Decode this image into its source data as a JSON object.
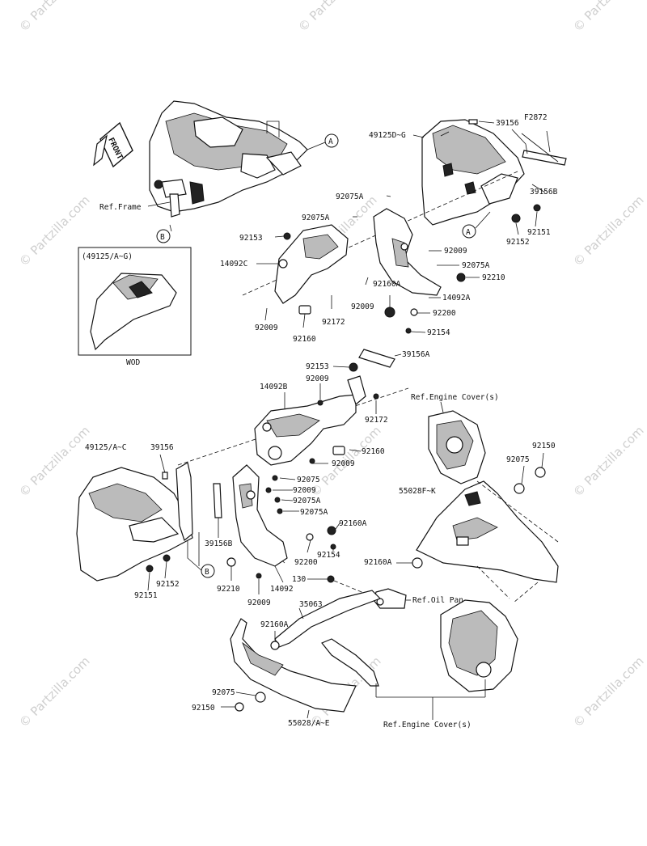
{
  "watermark": {
    "text": "© Partzilla.com"
  },
  "front_arrow": {
    "label": "FRONT"
  },
  "callouts": {
    "a": "A",
    "b": "B"
  },
  "inset": {
    "title": "(49125/A~G)",
    "caption": "WOD"
  },
  "labels": {
    "f2872": "F2872",
    "p39156_top": "39156",
    "p49125d": "49125D~G",
    "p39156b_top": "39156B",
    "p92075a_1": "92075A",
    "p92075a_2": "92075A",
    "p92151_top": "92151",
    "p92152_top": "92152",
    "p92153_top": "92153",
    "p14092c": "14092C",
    "p92009_1": "92009",
    "p92075a_3": "92075A",
    "p92160a_1": "92160A",
    "p92210_top": "92210",
    "p14092a": "14092A",
    "p92009_2": "92009",
    "p92200_top": "92200",
    "p92154_top": "92154",
    "p92009_3": "92009",
    "p92160": "92160",
    "p92172": "92172",
    "ref_frame": "Ref.Frame",
    "p39156a": "39156A",
    "p92153_mid": "92153",
    "p92009_4": "92009",
    "p14092b": "14092B",
    "ref_engine_top": "Ref.Engine Cover(s)",
    "p92172_mid": "92172",
    "p92160_mid": "92160",
    "p92009_5": "92009",
    "p49125ac": "49125/A~C",
    "p39156_mid": "39156",
    "p92075_4": "92075",
    "p92009_6": "92009",
    "p92075a_4": "92075A",
    "p92075a_5": "92075A",
    "p92160a_2": "92160A",
    "p92150_right": "92150",
    "p92075_right": "92075",
    "p55028fk": "55028F~K",
    "p39156b_mid": "39156B",
    "p92200_mid": "92200",
    "p92154_mid": "92154",
    "p92160a_3": "92160A",
    "p92152_mid": "92152",
    "p92151_mid": "92151",
    "p92210_mid": "92210",
    "p14092": "14092",
    "p92009_7": "92009",
    "p130": "130",
    "ref_oil_pan": "Ref.Oil Pan",
    "p35063": "35063",
    "p92160a_4": "92160A",
    "p92075_bottom": "92075",
    "p92150_bottom": "92150",
    "p55028ae": "55028/A~E",
    "ref_engine_bottom": "Ref.Engine Cover(s)"
  }
}
